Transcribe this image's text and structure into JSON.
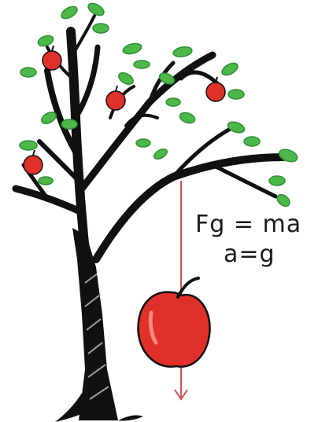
{
  "formulas": {
    "force": "Fg = ma",
    "acceleration": "a=g"
  },
  "colors": {
    "trunk": "#111111",
    "leaf": "#4db84a",
    "leaf_dark": "#2f8f36",
    "apple": "#e0302a",
    "apple_highlight": "#f28a80",
    "fall_arrow": "#d9534f",
    "text": "#1a1a1a"
  },
  "icons": {
    "tree": "apple-tree-illustration",
    "falling_apple": "apple-icon",
    "arrow": "downward-arrow"
  }
}
